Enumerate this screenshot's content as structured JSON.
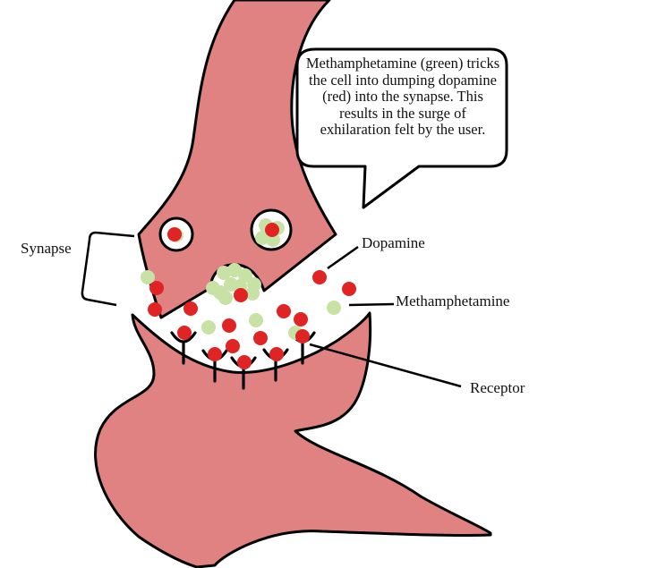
{
  "callout": {
    "text": "Methamphetamine (green) tricks the cell into dumping dopamine (red) into the synapse. This results in the surge of exhilaration felt by the user."
  },
  "labels": {
    "synapse": "Synapse",
    "dopamine": "Dopamine",
    "methamphetamine": "Methamphetamine",
    "receptor": "Receptor"
  },
  "colors": {
    "neuron": "#e08282",
    "dopamine": "#e02424",
    "methamphetamine": "#c8e2a6",
    "outline": "#000000",
    "background": "#ffffff"
  }
}
